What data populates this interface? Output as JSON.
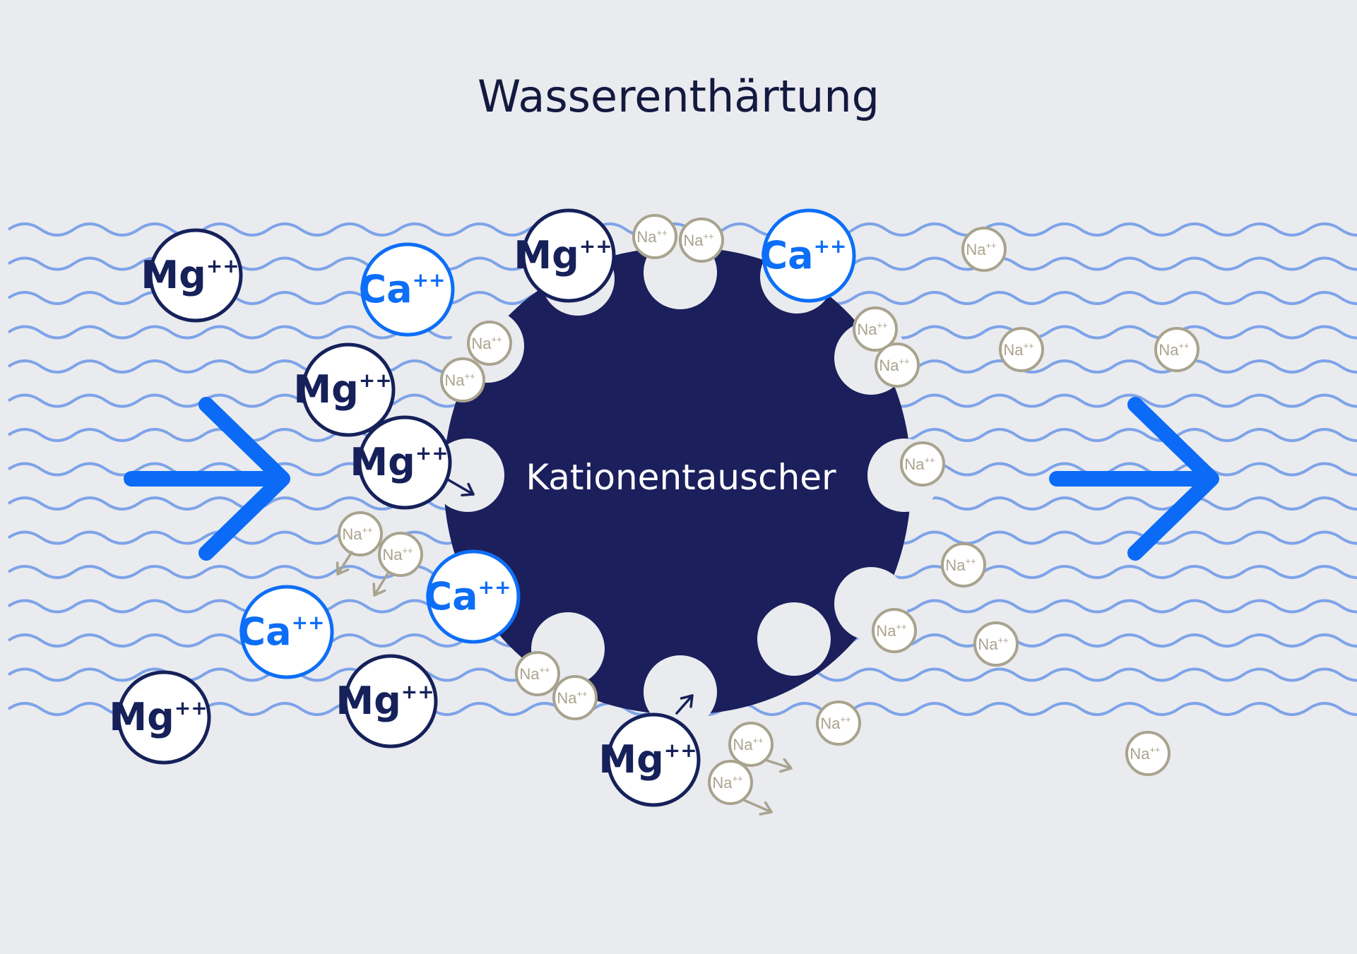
{
  "title": "Wasserenthärtung",
  "exchanger_label": "Kationentauscher",
  "ions": {
    "mg": {
      "symbol": "Mg",
      "charge": "++"
    },
    "ca": {
      "symbol": "Ca",
      "charge": "++"
    },
    "na": {
      "symbol": "Na",
      "charge": "++"
    }
  },
  "colors": {
    "background": "#e9ebef",
    "waves": "#7ea3e8",
    "exchanger": "#1b1f5c",
    "mg": "#16215a",
    "ca": "#0d6ef7",
    "na": "#a9a38e",
    "flow_arrow": "#0b6bf7"
  },
  "icons": [
    "flow-in-arrow-icon",
    "flow-out-arrow-icon",
    "ion-movement-arrow-icon"
  ]
}
